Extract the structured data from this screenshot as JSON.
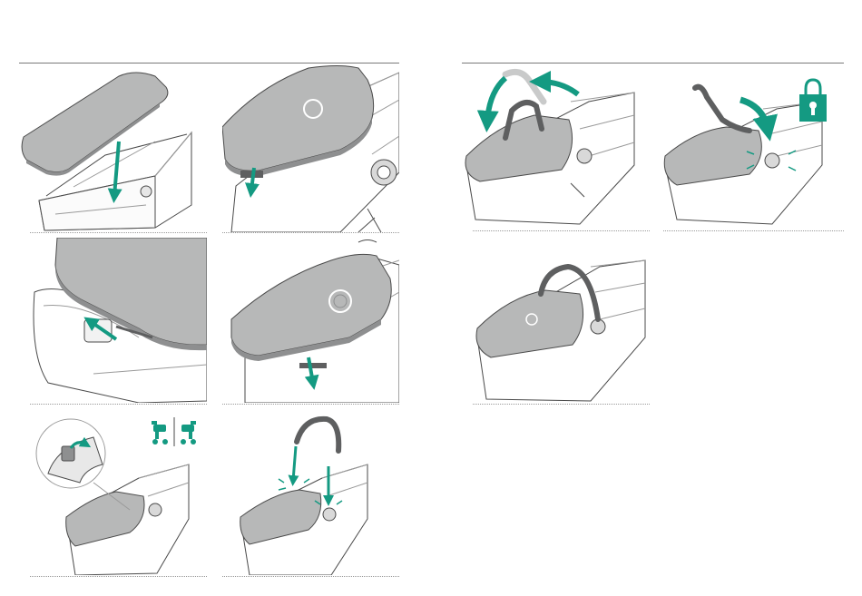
{
  "colors": {
    "accent": "#149a82",
    "cover_fill": "#b7b8b8",
    "cover_dark": "#8e8f90",
    "outline": "#4a4a4a",
    "basket_fill": "#ffffff",
    "handle": "#5e5f60",
    "handle_light": "#c9caca"
  },
  "steps": [
    {
      "id": "1",
      "action": "lower-apron-onto-carrycot"
    },
    {
      "id": "2",
      "action": "push-apron-clips-down"
    },
    {
      "id": "3",
      "action": "tuck-apron-edge-under-rim"
    },
    {
      "id": "4",
      "action": "press-apron-front-down"
    },
    {
      "id": "5",
      "action": "open-hood-clip-side-detail"
    },
    {
      "id": "6",
      "action": "insert-handlebar-into-hubs"
    },
    {
      "id": "7",
      "action": "rotate-handlebar-forward"
    },
    {
      "id": "8",
      "action": "lock-handlebar-click"
    },
    {
      "id": "9",
      "action": "carrycot-with-apron-assembled"
    }
  ],
  "icons": [
    "arrow-icon",
    "lock-icon",
    "click-burst-icon",
    "stroller-orientation-icon"
  ]
}
